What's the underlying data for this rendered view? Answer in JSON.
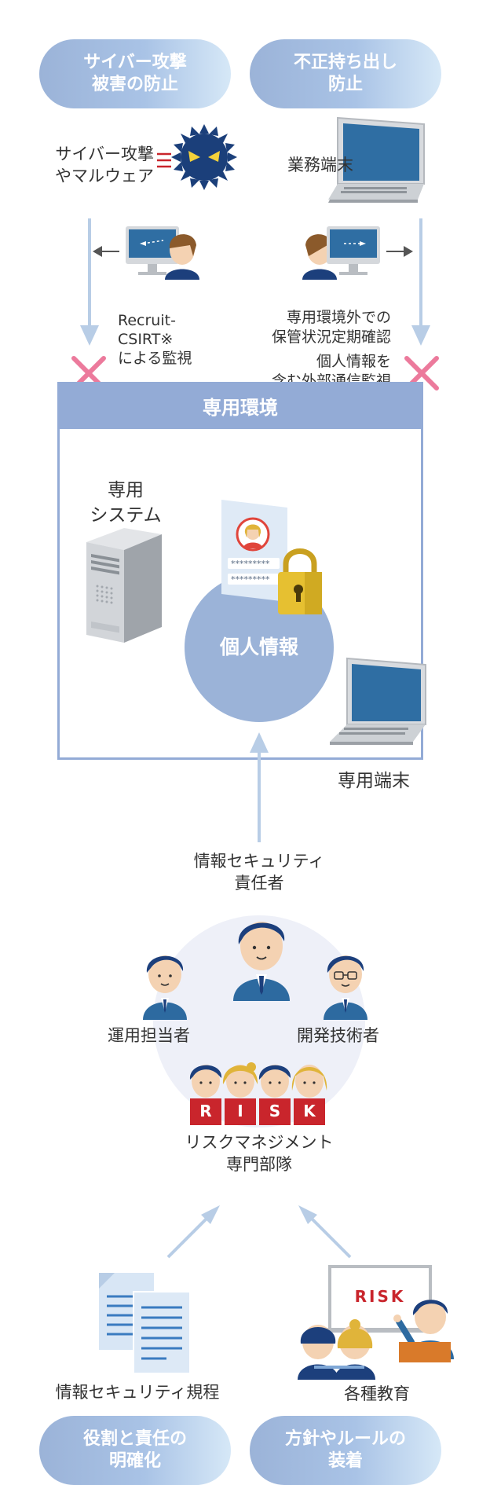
{
  "top": {
    "pill_left": "サイバー攻撃\n被害の防止",
    "pill_right": "不正持ち出し\n防止",
    "malware_label": "サイバー攻撃\nやマルウェア",
    "device_label": "業務端末",
    "csirt_label": "Recruit-\nCSIRT※\nによる監視",
    "period_check_label": "専用環境外での\n保管状況定期確認",
    "traffic_label": "個人情報を\n含む外部通信監視"
  },
  "env": {
    "title": "専用環境",
    "system_label": "専用\nシステム",
    "personal_info": "個人情報",
    "terminal_label": "専用端末",
    "password_mask_1": "*********",
    "password_mask_2": "*********"
  },
  "org": {
    "manager_label": "情報セキュリティ\n責任者",
    "ops_label": "運用担当者",
    "dev_label": "開発技術者",
    "risk_letters": [
      "R",
      "I",
      "S",
      "K"
    ],
    "risk_dept_label": "リスクマネジメント\n専門部隊"
  },
  "bottom": {
    "rules_label": "情報セキュリティ規程",
    "education_label": "各種教育",
    "board_text": "RISK",
    "pill_left": "役割と責任の\n明確化",
    "pill_right": "方針やルールの\n装着"
  },
  "colors": {
    "accent": "#93abd6",
    "cross": "#ec7a9c",
    "arrow": "#b8cde6",
    "risk_red": "#c9252c"
  }
}
